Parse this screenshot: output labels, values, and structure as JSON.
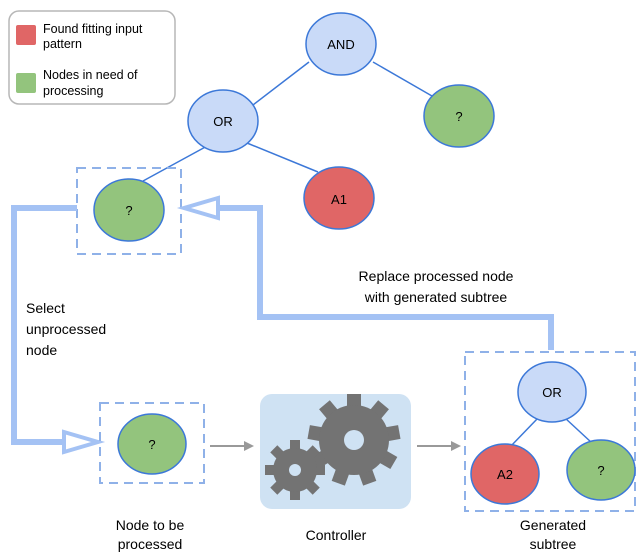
{
  "legend": {
    "items": [
      {
        "color": "#e06666",
        "lines": [
          "Found fitting input",
          "pattern"
        ]
      },
      {
        "color": "#93c47d",
        "lines": [
          "Nodes in need of",
          "processing"
        ]
      }
    ]
  },
  "colors": {
    "blue_node": "#c9daf8",
    "red_node": "#e06666",
    "green_node": "#93c47d",
    "node_stroke": "#3c78d8",
    "dash": "#8fb1e8",
    "arrow": "#a4c2f4",
    "gray_arrow": "#999999",
    "controller_bg": "#cfe2f3",
    "gear": "#737373"
  },
  "tree": {
    "and_label": "AND",
    "or_label": "OR",
    "right_q_label": "?",
    "a1_label": "A1",
    "selected_q_label": "?"
  },
  "annotations": {
    "replace_lines": [
      "Replace processed node",
      "with generated subtree"
    ],
    "select_lines": [
      "Select",
      "unprocessed",
      "node"
    ]
  },
  "bottom": {
    "node_q_label": "?",
    "node_caption_lines": [
      "Node to be",
      "processed"
    ],
    "controller_caption": "Controller",
    "subtree_or_label": "OR",
    "subtree_a2_label": "A2",
    "subtree_q_label": "?",
    "subtree_caption_lines": [
      "Generated",
      "subtree"
    ]
  }
}
